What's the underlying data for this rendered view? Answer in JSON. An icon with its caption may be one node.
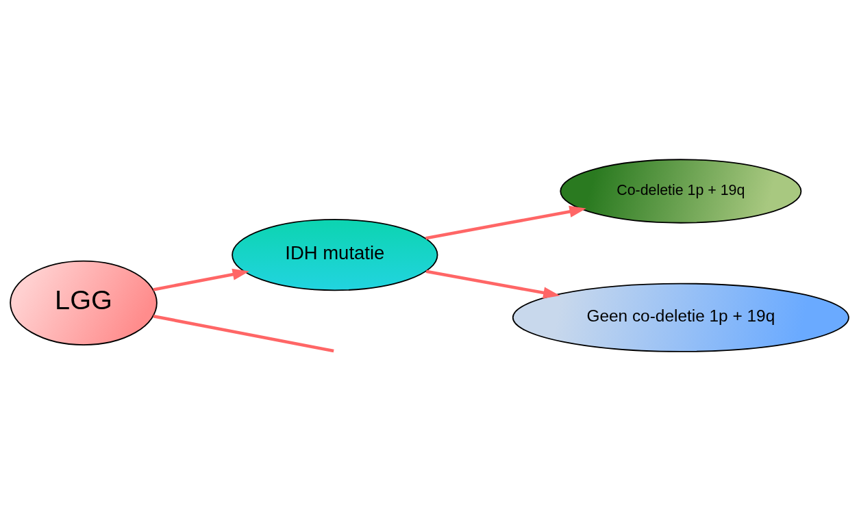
{
  "diagram": {
    "nodes": [
      {
        "text": [
          "LGG"
        ]
      },
      {
        "text": [
          "IDH mutatie"
        ]
      },
      {
        "text": [
          "Co-deletie 1p + 19q"
        ]
      },
      {
        "text": [
          "Geen co-deletie 1p + 19q"
        ]
      }
    ],
    "edges": [
      {
        "from": 0,
        "to": 1,
        "arrow": "to"
      },
      {
        "from": 1,
        "to": 2,
        "arrow": "to"
      },
      {
        "from": 1,
        "to": 3,
        "arrow": "to"
      },
      {
        "from": 0,
        "to": null,
        "arrow": "none"
      }
    ]
  }
}
